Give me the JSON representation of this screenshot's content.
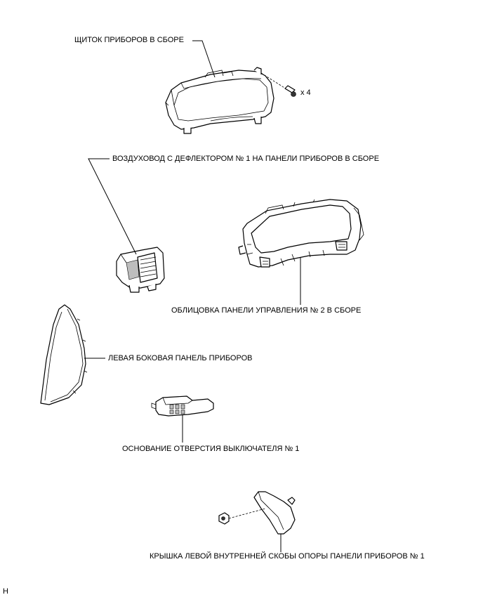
{
  "labels": {
    "combination_meter": "ЩИТОК ПРИБОРОВ В СБОРЕ",
    "screw_qty": "x 4",
    "air_duct": "ВОЗДУХОВОД С ДЕФЛЕКТОРОМ № 1 НА ПАНЕЛИ ПРИБОРОВ В СБОРЕ",
    "cluster_finish_panel": "ОБЛИЦОВКА ПАНЕЛИ УПРАВЛЕНИЯ № 2 В СБОРЕ",
    "side_panel_lh": "ЛЕВАЯ БОКОВАЯ ПАНЕЛЬ ПРИБОРОВ",
    "switch_hole_base": "ОСНОВАНИЕ ОТВЕРСТИЯ ВЫКЛЮЧАТЕЛЯ № 1",
    "bracket_cover_lh": "КРЫШКА ЛЕВОЙ ВНУТРЕННЕЙ СКОБЫ ОПОРЫ ПАНЕЛИ ПРИБОРОВ № 1",
    "corner_mark": "H"
  }
}
